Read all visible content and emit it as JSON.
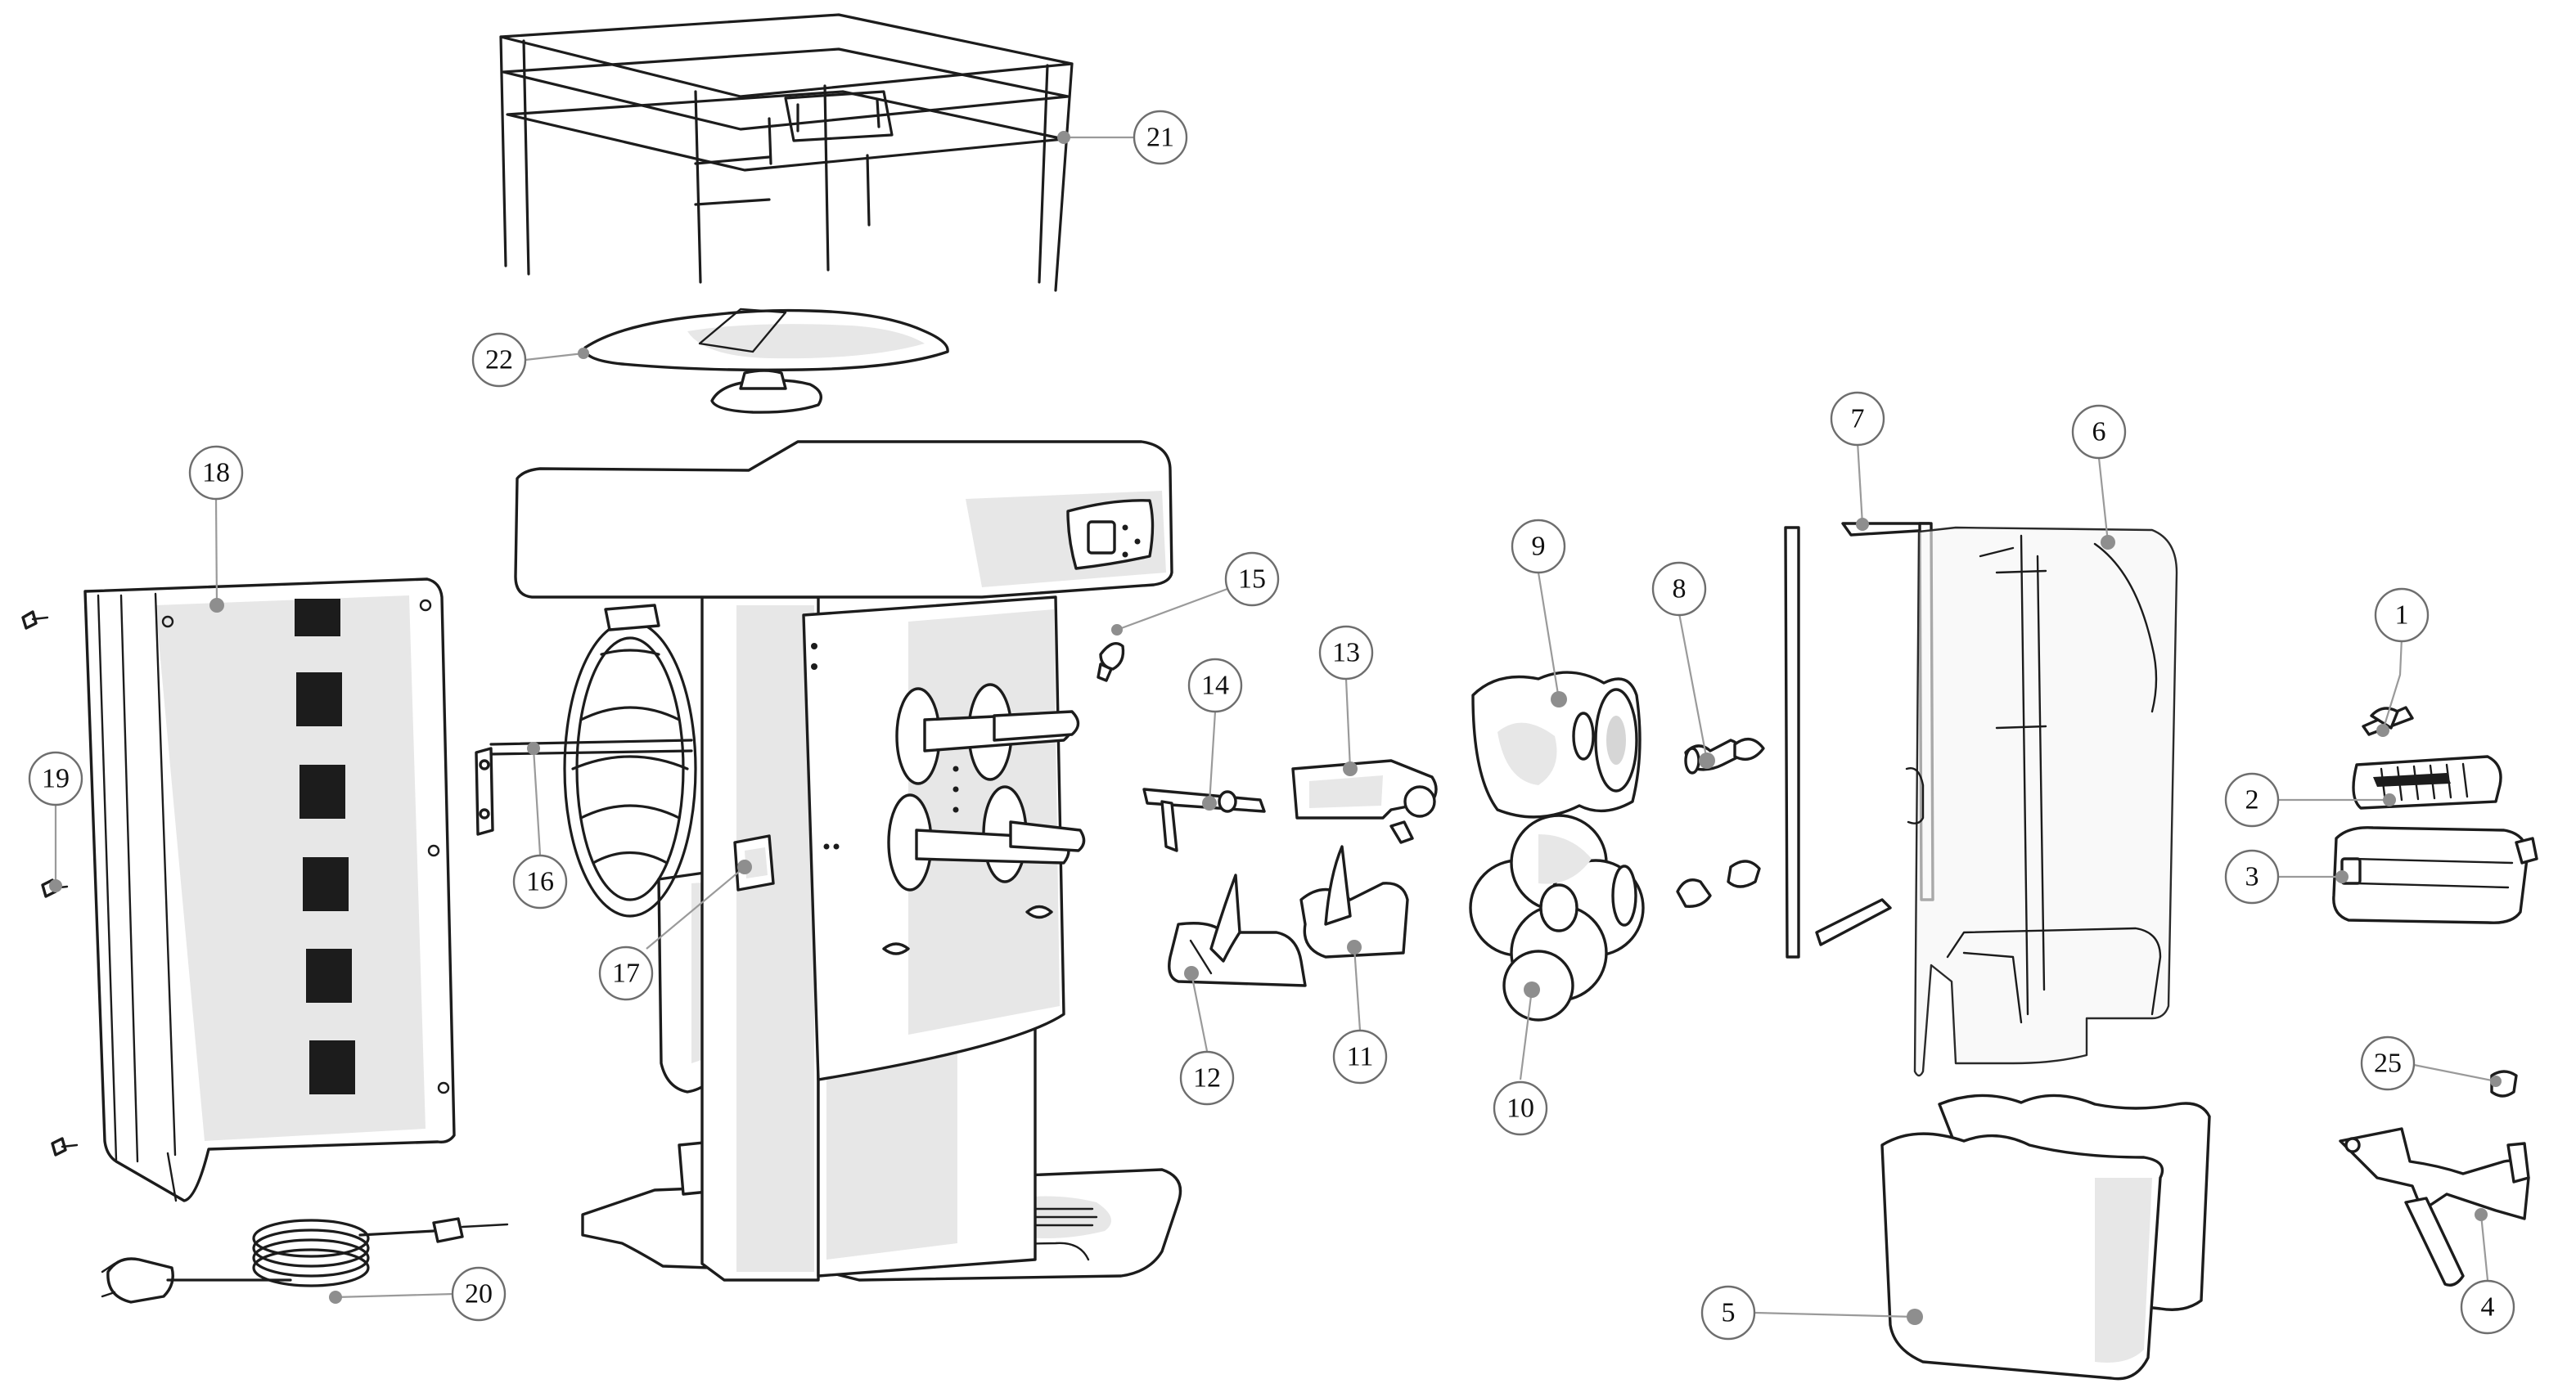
{
  "callouts": [
    {
      "id": "c1",
      "label": "1"
    },
    {
      "id": "c2",
      "label": "2"
    },
    {
      "id": "c3",
      "label": "3"
    },
    {
      "id": "c4",
      "label": "4"
    },
    {
      "id": "c5",
      "label": "5"
    },
    {
      "id": "c6",
      "label": "6"
    },
    {
      "id": "c7",
      "label": "7"
    },
    {
      "id": "c8",
      "label": "8"
    },
    {
      "id": "c9",
      "label": "9"
    },
    {
      "id": "c10",
      "label": "10"
    },
    {
      "id": "c11",
      "label": "11"
    },
    {
      "id": "c12",
      "label": "12"
    },
    {
      "id": "c13",
      "label": "13"
    },
    {
      "id": "c14",
      "label": "14"
    },
    {
      "id": "c15",
      "label": "15"
    },
    {
      "id": "c16",
      "label": "16"
    },
    {
      "id": "c17",
      "label": "17"
    },
    {
      "id": "c18",
      "label": "18"
    },
    {
      "id": "c19",
      "label": "19"
    },
    {
      "id": "c20",
      "label": "20"
    },
    {
      "id": "c21",
      "label": "21"
    },
    {
      "id": "c22",
      "label": "22"
    },
    {
      "id": "c25",
      "label": "25"
    }
  ]
}
